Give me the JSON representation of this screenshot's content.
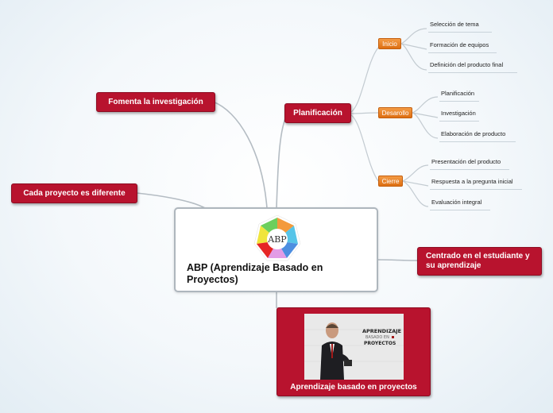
{
  "central": {
    "title": "ABP (Aprendizaje Basado en Proyectos)",
    "logo_text": "ABP"
  },
  "topics": {
    "planificacion": "Planificación",
    "fomenta": "Fomenta la investigación",
    "cada_proyecto": "Cada proyecto es diferente",
    "centrado": "Centrado en el estudiante y su aprendizaje",
    "video": "Aprendizaje basado en proyectos"
  },
  "phases": [
    {
      "label": "Inicio",
      "items": [
        "Selección de tema",
        "Formación de equipos",
        "Definición del producto final"
      ]
    },
    {
      "label": "Desarollo",
      "items": [
        "Planificación",
        "Investigación",
        "Elaboración de producto"
      ]
    },
    {
      "label": "Cierre",
      "items": [
        "Presentación del producto",
        "Respuesta a la pregunta inicial",
        "Evaluación integral"
      ]
    }
  ],
  "thumbnail": {
    "line1": "APRENDIZAJE",
    "line2": "BASADO EN",
    "line3": "PROYECTOS"
  },
  "colors": {
    "topic_red": "#b8132e",
    "phase_orange": "#e8801f",
    "link_gray": "#b4bcc3",
    "border_gray": "#aeb6bd"
  }
}
